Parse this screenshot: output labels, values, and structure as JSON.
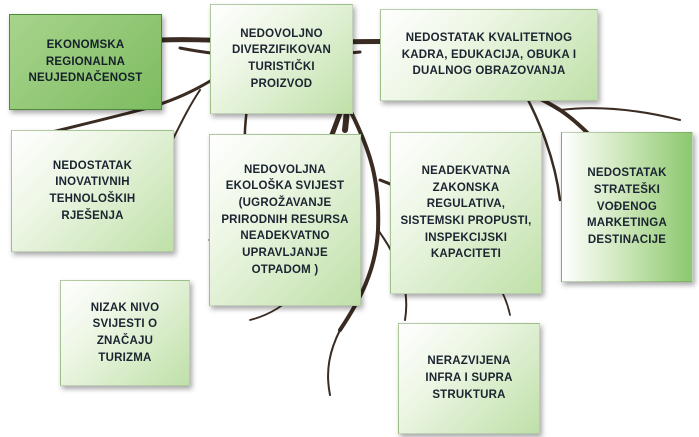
{
  "diagram": {
    "boxes": [
      {
        "id": "ekonomska",
        "text": "EKONOMSKA\nREGIONALNA\nNEUJEDNAČENOST"
      },
      {
        "id": "diverzifikovan",
        "text": "NEDOVOLJNO\nDIVERZIFIKOVAN\nTURISTIČKI\nPROIZVOD"
      },
      {
        "id": "kadar",
        "text": "NEDOSTATAK KVALITETNOG\nKADRA,  EDUKACIJA, OBUKA I\nDUALNOG OBRAZOVANJA"
      },
      {
        "id": "inovativni",
        "text": "NEDOSTATAK\nINOVATIVNIH\nTEHNOLOŠKIH\nRJEŠENJA"
      },
      {
        "id": "ekoloska",
        "text": "NEDOVOLJNA\nEKOLOŠKA SVIJEST\n(UGROŽAVANJE\nPRIRODNIH RESURSA\nNEADEKVATNO\nUPRAVLJANJE\nOTPADOM )"
      },
      {
        "id": "regulativa",
        "text": "NEADEKVATNA\nZAKONSKA\nREGULATIVA,\nSISTEMSKI PROPUSTI,\nINSPEKCIJSKI\nKAPACITETI"
      },
      {
        "id": "marketing",
        "text": "NEDOSTATAK\nSTRATEŠKI\nVOĐENOG\nMARKETINGA\nDESTINACIJE"
      },
      {
        "id": "svijest",
        "text": "NIZAK NIVO\nSVIJESTI O\nZNAČAJU\nTURIZMA"
      },
      {
        "id": "infra",
        "text": "NERAZVIJENA\nINFRA I SUPRA\nSTRUKTURA"
      }
    ],
    "colors": {
      "root": "#3a2c22",
      "box_light": "#eef7e6",
      "box_green": "#7dbc60"
    }
  }
}
